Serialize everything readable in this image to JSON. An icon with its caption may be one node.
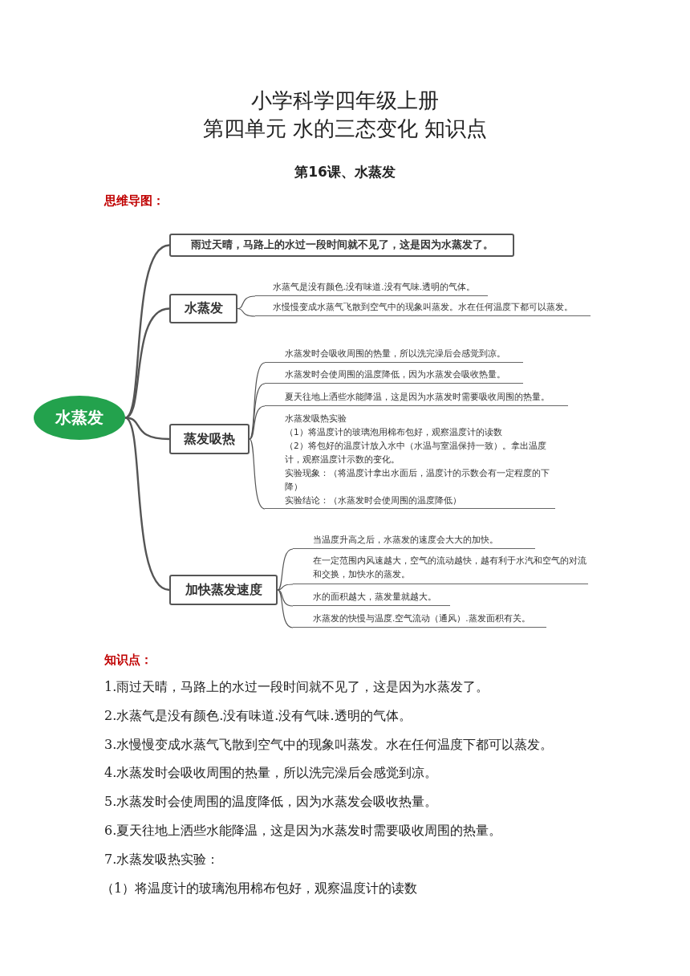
{
  "diagram": {
    "title": "小学科学四年级上册",
    "nodes": [
      {
        "text": [
          "水蒸发"
        ]
      },
      {
        "text": [
          "雨过天晴，马路上的水过一段时间就不见了，这是因为水蒸发了。"
        ]
      },
      {
        "text": [
          "水蒸发"
        ]
      },
      {
        "text": [
          "蒸发吸热"
        ]
      },
      {
        "text": [
          "加快蒸发速度"
        ]
      },
      {
        "text": [
          "水蒸气是没有颜色.没有味道.没有气味.透明的气体。"
        ]
      },
      {
        "text": [
          "水慢慢变成水蒸气飞散到空气中的现象叫蒸发。水在任何温度下都可以蒸发。"
        ]
      },
      {
        "text": [
          "水蒸发时会吸收周围的热量，所以洗完澡后会感觉到凉。"
        ]
      },
      {
        "text": [
          "水蒸发时会使周围的温度降低，因为水蒸发会吸收热量。"
        ]
      },
      {
        "text": [
          "夏天往地上洒些水能降温，这是因为水蒸发时需要吸收周围的热量。"
        ]
      },
      {
        "text": [
          "水蒸发吸热实验",
          "（1）将温度计的玻璃泡用棉布包好，观察温度计的读数",
          "（2）将包好的温度计放入水中（水温与室温保持一致）。拿出温度计，观察温度计示数的变化。",
          "实验现象：（将温度计拿出水面后，温度计的示数会有一定程度的下降）",
          "实验结论：（水蒸发时会使周围的温度降低）"
        ]
      },
      {
        "text": [
          "当温度升高之后，水蒸发的速度会大大的加快。"
        ]
      },
      {
        "text": [
          "在一定范围内风速越大，空气的流动越快，越有利于水汽和空气的对流和交换，加快水的蒸发。"
        ]
      },
      {
        "text": [
          "水的面积越大，蒸发量就越大。"
        ]
      },
      {
        "text": [
          "水蒸发的快慢与温度.空气流动（通风）.蒸发面积有关。"
        ]
      }
    ],
    "edges": [
      {
        "from": 0,
        "to": 1,
        "arrow": "none"
      },
      {
        "from": 0,
        "to": 2,
        "arrow": "none"
      },
      {
        "from": 0,
        "to": 3,
        "arrow": "none"
      },
      {
        "from": 0,
        "to": 4,
        "arrow": "none"
      },
      {
        "from": 2,
        "to": 5,
        "arrow": "none"
      },
      {
        "from": 2,
        "to": 6,
        "arrow": "none"
      },
      {
        "from": 3,
        "to": 7,
        "arrow": "none"
      },
      {
        "from": 3,
        "to": 8,
        "arrow": "none"
      },
      {
        "from": 3,
        "to": 9,
        "arrow": "none"
      },
      {
        "from": 3,
        "to": 10,
        "arrow": "none"
      },
      {
        "from": 4,
        "to": 11,
        "arrow": "none"
      },
      {
        "from": 4,
        "to": 12,
        "arrow": "none"
      },
      {
        "from": 4,
        "to": 13,
        "arrow": "none"
      },
      {
        "from": 4,
        "to": 14,
        "arrow": "none"
      }
    ],
    "labels": [
      "第四单元  水的三态变化  知识点",
      "第16课、水蒸发",
      "思维导图：",
      "知识点：",
      "1.雨过天晴，马路上的水过一段时间就不见了，这是因为水蒸发了。",
      "2.水蒸气是没有颜色.没有味道.没有气味.透明的气体。",
      "3.水慢慢变成水蒸气飞散到空气中的现象叫蒸发。水在任何温度下都可以蒸发。",
      "4.水蒸发时会吸收周围的热量，所以洗完澡后会感觉到凉。",
      "5.水蒸发时会使周围的温度降低，因为水蒸发会吸收热量。",
      "6.夏天往地上洒些水能降温，这是因为水蒸发时需要吸收周围的热量。",
      "7.水蒸发吸热实验：",
      "（1）将温度计的玻璃泡用棉布包好，观察温度计的读数"
    ]
  }
}
